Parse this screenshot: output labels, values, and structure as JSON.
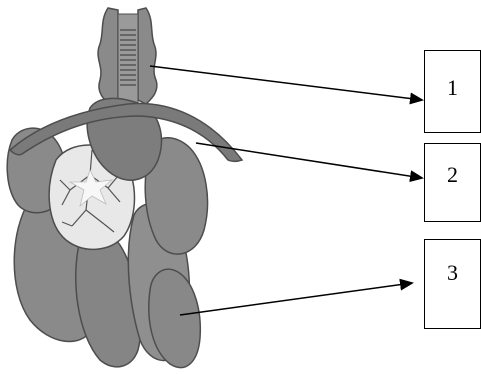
{
  "labels": [
    {
      "id": "1",
      "text": "1"
    },
    {
      "id": "2",
      "text": "2"
    },
    {
      "id": "3",
      "text": "3"
    }
  ],
  "colors": {
    "organ_fill": "#8a8a8a",
    "organ_dark": "#6f6f6f",
    "organ_outline": "#4d4d4d",
    "lung_pale": "#e8e8e8",
    "arrow": "#000000",
    "box_border": "#000000"
  }
}
